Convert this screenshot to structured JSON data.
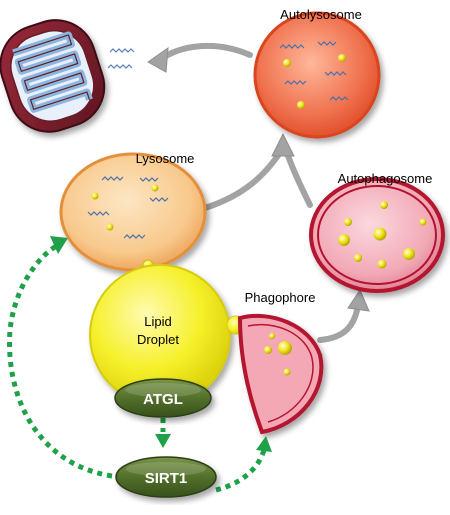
{
  "labels": {
    "autolysosome": "Autolysosome",
    "lysosome": "Lysosome",
    "autophagosome": "Autophagosome",
    "phagophore": "Phagophore",
    "lipid_droplet_line1": "Lipid",
    "lipid_droplet_line2": "Droplet",
    "atgl": "ATGL",
    "sirt1": "SIRT1"
  },
  "colors": {
    "mito_outer": "#7a1f2b",
    "mito_inner": "#9fc3e6",
    "autolysosome_fill": "#ef6a4a",
    "autolysosome_rim": "#d9441f",
    "lysosome_fill": "#f9c98a",
    "lysosome_rim": "#e38f3a",
    "autophagosome_fill": "#f1a6b2",
    "autophagosome_rim": "#b3122e",
    "phagophore_fill": "#f4a8b6",
    "lipid_yellow": "#f4ee1c",
    "enzyme_green": "#4f6b2b",
    "dashed_arrow": "#1fa14a",
    "grey_arrow": "#9a9a9a"
  },
  "icons": [
    "mitochondrion-icon",
    "fatty-acid-squiggle-icon",
    "lipid-droplet-icon"
  ]
}
